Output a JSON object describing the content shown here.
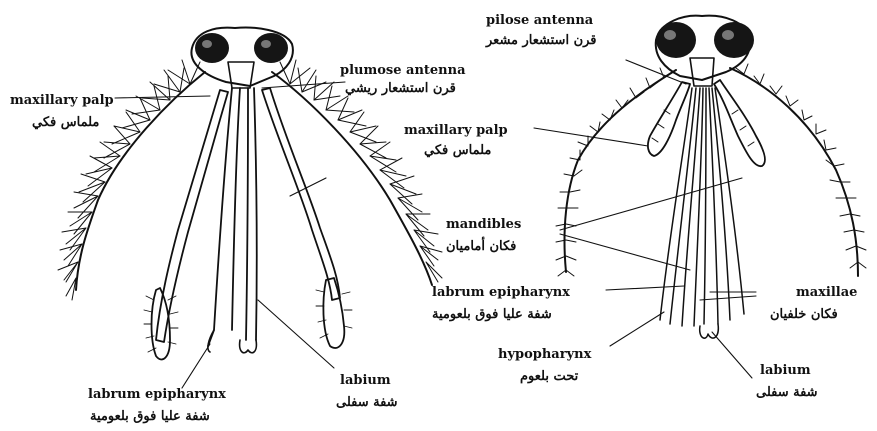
{
  "left_figure": {
    "labels": {
      "plumose_antenna_en": "plumose antenna",
      "plumose_antenna_ar": "قرن استشعار ريشي",
      "maxillary_palp_en": "maxillary palp",
      "maxillary_palp_ar": "ملماس فكي",
      "labrum_en": "labrum epipharynx",
      "labrum_ar": "شفة عليا فوق بلعومية",
      "labium_en": "labium",
      "labium_ar": "شفة سفلى"
    }
  },
  "right_figure": {
    "labels": {
      "pilose_antenna_en": "pilose antenna",
      "pilose_antenna_ar": "قرن استشعار مشعر",
      "maxillary_palp_en": "maxillary palp",
      "maxillary_palp_ar": "ملماس فكي",
      "mandibles_en": "mandibles",
      "mandibles_ar": "فكان أماميان",
      "labrum_en": "labrum epipharynx",
      "labrum_ar": "شفة عليا فوق بلعومية",
      "hypopharynx_en": "hypopharynx",
      "hypopharynx_ar": "تحت بلعوم",
      "maxillae_en": "maxillae",
      "maxillae_ar": "فكان خلفيان",
      "labium_en": "labium",
      "labium_ar": "شفة سفلى"
    }
  }
}
